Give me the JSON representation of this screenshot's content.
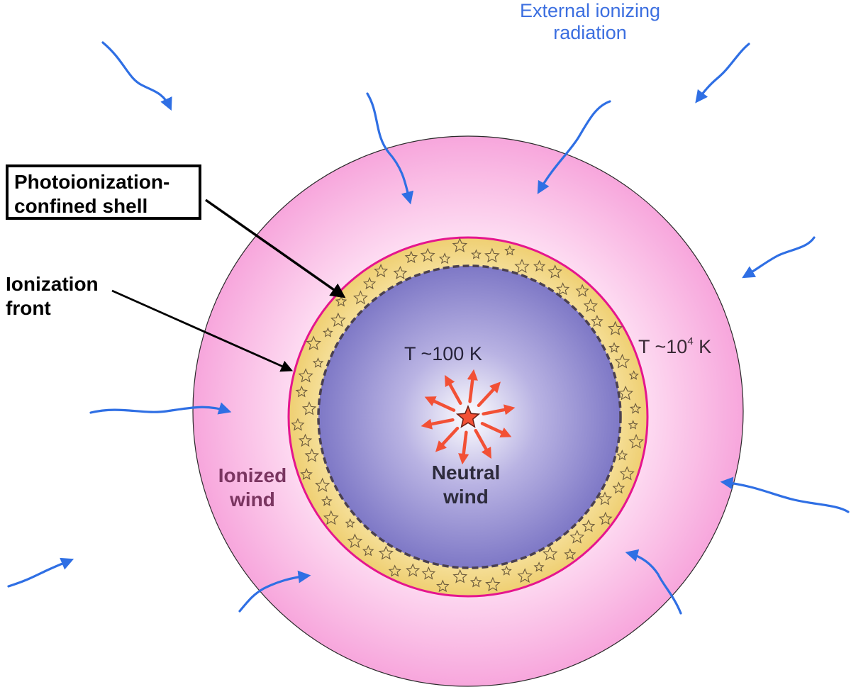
{
  "labels": {
    "external_radiation": [
      "External ionizing",
      "radiation"
    ],
    "shell": [
      "Photoionization-",
      "confined shell"
    ],
    "ionization_front": [
      "Ionization",
      "front"
    ],
    "ionized_wind": [
      "Ionized",
      "wind"
    ],
    "neutral_wind": [
      "Neutral",
      "wind"
    ],
    "temp_inner": "T ~100 K",
    "temp_outer_prefix": "T ~10",
    "temp_outer_exp": "4",
    "temp_outer_unit": " K"
  },
  "colors": {
    "radiation_arrow": "#2f6fe4",
    "ionized_region": "#f7a6dc",
    "shell_fill": "#f0d278",
    "shell_edge": "#e5168e",
    "neutral_region": "#7e78c6",
    "star": "#f25035",
    "outflow_arrow": "#f25035"
  }
}
